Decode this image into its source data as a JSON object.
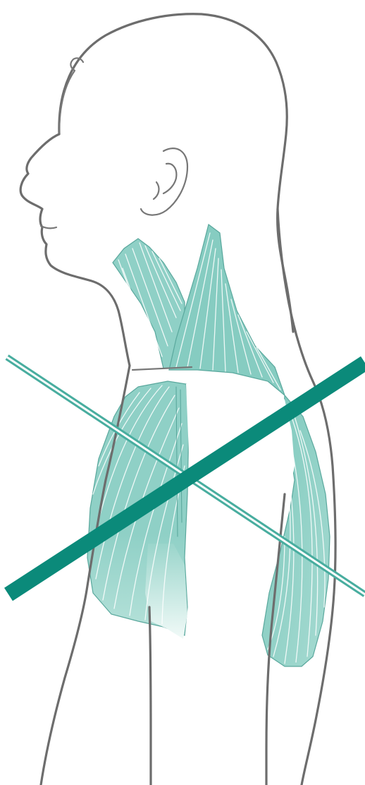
{
  "colors": {
    "background": "#ffffff",
    "outline": "#6d6d6d",
    "muscle_fill": "#8fd0c6",
    "muscle_fill_dark": "#6cbfb2",
    "muscle_shadow": "#d9efeb",
    "thick_line": "#0b8a7a",
    "thin_line": "#48ad9f"
  },
  "figure": {
    "view": "side-profile",
    "muscle_groups": [
      "neck-muscles",
      "upper-trapezius",
      "pectoral-muscle",
      "back-muscle"
    ],
    "crossing_lines": [
      "thick-diagonal-line",
      "thin-diagonal-line"
    ]
  }
}
